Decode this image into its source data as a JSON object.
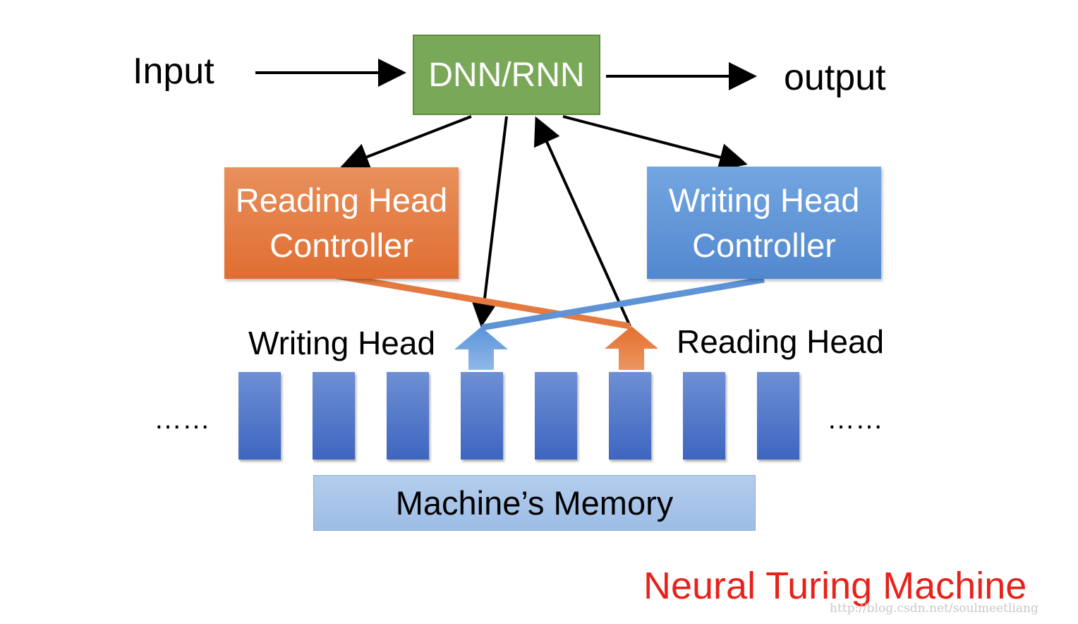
{
  "diagram": {
    "input_label": "Input",
    "output_label": "output",
    "core_label": "DNN/RNN",
    "reading_controller": {
      "line1": "Reading Head",
      "line2": "Controller"
    },
    "writing_controller": {
      "line1": "Writing Head",
      "line2": "Controller"
    },
    "writing_head_label": "Writing Head",
    "reading_head_label": "Reading Head",
    "ellipsis_left": "……",
    "ellipsis_right": "……",
    "memory_label": "Machine’s Memory",
    "title": "Neural Turing Machine",
    "watermark": "http://blog.csdn.net/soulmeetliang",
    "memory_cell_count": 8,
    "colors": {
      "core": "#79a958",
      "reading": "#e47a40",
      "writing": "#5e93d6",
      "memory_cell": "#4a6fc4",
      "memory_bar": "#a6c3e8",
      "title": "#e8221b"
    }
  }
}
